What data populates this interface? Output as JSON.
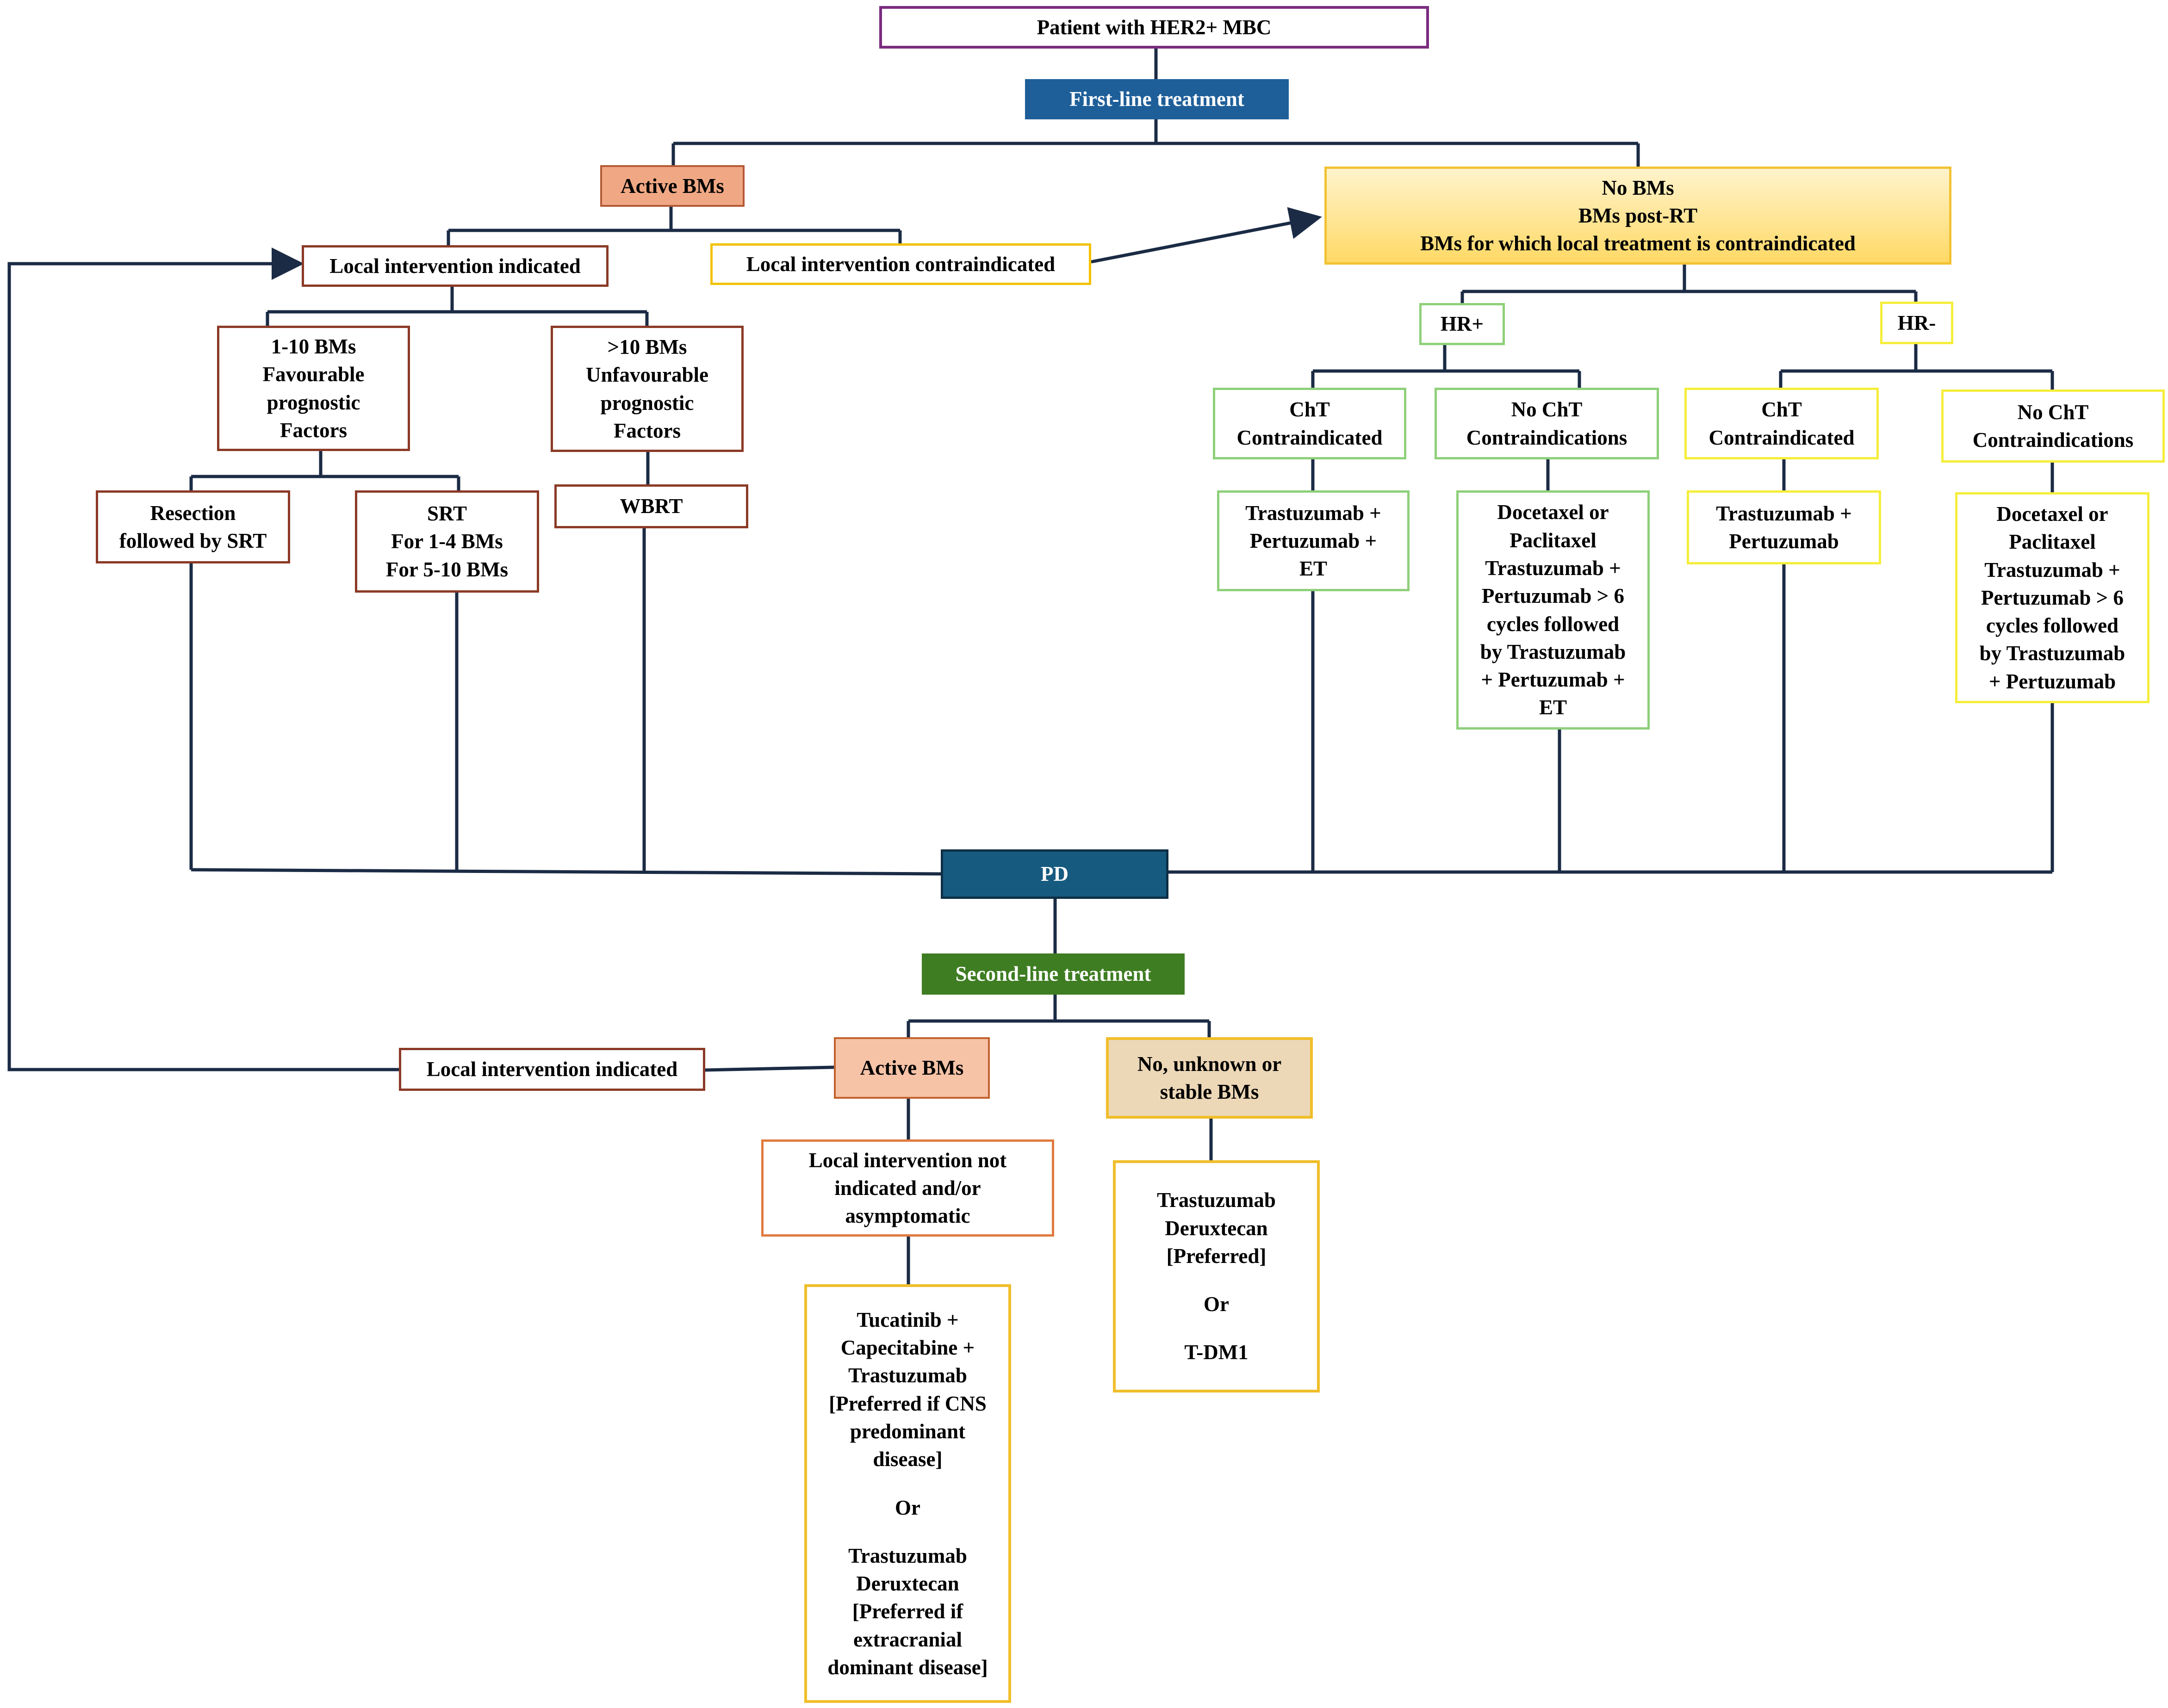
{
  "top": {
    "patient": "Patient with HER2+ MBC",
    "first_line": "First-line treatment"
  },
  "active_branch": {
    "active_bms": "Active BMs",
    "local_indicated": "Local intervention indicated",
    "local_contraindicated": "Local intervention contraindicated",
    "few_bms": [
      "1-10 BMs",
      "Favourable",
      "prognostic",
      "Factors"
    ],
    "many_bms": [
      ">10 BMs",
      "Unfavourable",
      "prognostic",
      "Factors"
    ],
    "resection": [
      "Resection",
      "followed by SRT"
    ],
    "srt": [
      "SRT",
      "For 1-4 BMs",
      "For 5-10 BMs"
    ],
    "wbrt": "WBRT"
  },
  "no_bms_branch": {
    "header": [
      "No BMs",
      "BMs post-RT",
      "BMs for which local treatment is contraindicated"
    ],
    "hr_pos": "HR+",
    "hr_neg": "HR-",
    "cht_contra": [
      "ChT",
      "Contraindicated"
    ],
    "no_cht_contra": [
      "No ChT",
      "Contraindications"
    ],
    "hrpos_cht_contra_tx": [
      "Trastuzumab +",
      "Pertuzumab +",
      "ET"
    ],
    "hrpos_no_cht_tx": [
      "Docetaxel or",
      "Paclitaxel",
      "Trastuzumab +",
      "Pertuzumab > 6",
      "cycles followed",
      "by Trastuzumab",
      "+ Pertuzumab +",
      "ET"
    ],
    "hrneg_cht_contra_tx": [
      "Trastuzumab +",
      "Pertuzumab"
    ],
    "hrneg_no_cht_tx": [
      "Docetaxel or",
      "Paclitaxel",
      "Trastuzumab +",
      "Pertuzumab > 6",
      "cycles followed",
      "by Trastuzumab",
      "+ Pertuzumab"
    ]
  },
  "progression": {
    "pd": "PD",
    "second_line": "Second-line treatment",
    "local_indicated": "Local intervention indicated",
    "active_bms": "Active BMs",
    "stable_bms": [
      "No, unknown or",
      "stable BMs"
    ],
    "not_indicated": [
      "Local intervention not",
      "indicated and/or",
      "asymptomatic"
    ],
    "tucatinib_tx": [
      "Tucatinib +",
      "Capecitabine +",
      "Trastuzumab",
      "[Preferred if CNS",
      "predominant",
      "disease]"
    ],
    "or_1": "Or",
    "tdxd_tx": [
      "Trastuzumab",
      "Deruxtecan",
      "[Preferred if",
      "extracranial",
      "dominant disease]"
    ],
    "tdxd_pref": [
      "Trastuzumab",
      "Deruxtecan",
      "[Preferred]"
    ],
    "or_2": "Or",
    "tdm1": "T-DM1"
  },
  "colors": {
    "connector": "#1b2b45",
    "first_line_fill": "#1f5f99",
    "pd_fill": "#175a80",
    "second_line_fill": "#3e7d22",
    "active_bms_fill": "#f0a884",
    "no_bms_fill": "#ffd966",
    "stable_bms_fill": "#ecd7b7"
  }
}
